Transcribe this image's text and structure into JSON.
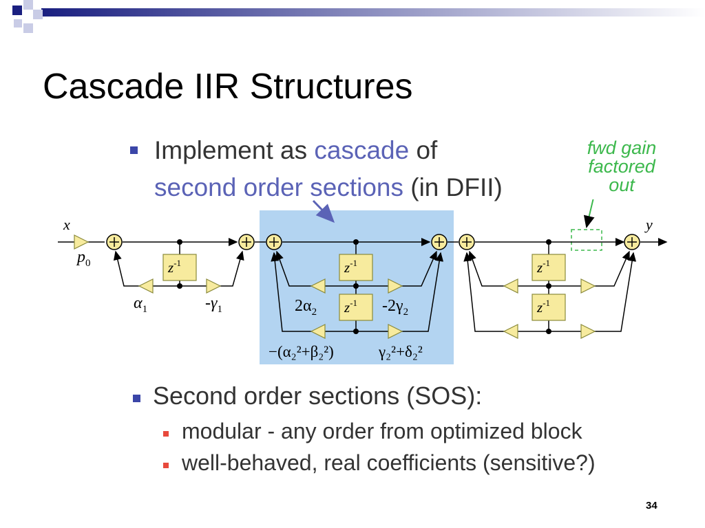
{
  "slide": {
    "title": "Cascade IIR Structures",
    "bullet1": {
      "line1_pre": "Implement as ",
      "line1_hl": "cascade",
      "line1_post": " of",
      "line2_hl": "second order sections",
      "line2_post": " (in DFII)"
    },
    "note": {
      "line1": "fwd gain",
      "line2": "factored",
      "line3": "out"
    },
    "diagram": {
      "x": "x",
      "y": "y",
      "p0": "p",
      "p0_sub": "0",
      "z": "z",
      "zexp": "-1",
      "alpha1": "α",
      "alpha1_sub": "1",
      "gamma1": "-γ",
      "gamma1_sub": "1",
      "two_alpha2": "2α",
      "two_alpha2_sub": "2",
      "m2gamma2": "-2γ",
      "m2gamma2_sub": "2",
      "bottom_left": "−(α₂²+β₂²)",
      "bottom_right": "γ₂²+δ₂²",
      "accent": "#b3d4f1"
    },
    "bullet2": {
      "label": "Second order sections (SOS):",
      "items": [
        "modular - any order from optimized block",
        "well-behaved, real coefficients (sensitive?)"
      ]
    },
    "page_number": "34",
    "colors": {
      "accent": "#5b63b6",
      "note": "#3cb84c",
      "bullet": "#3b46a8",
      "subbullet": "#e8493c"
    }
  }
}
